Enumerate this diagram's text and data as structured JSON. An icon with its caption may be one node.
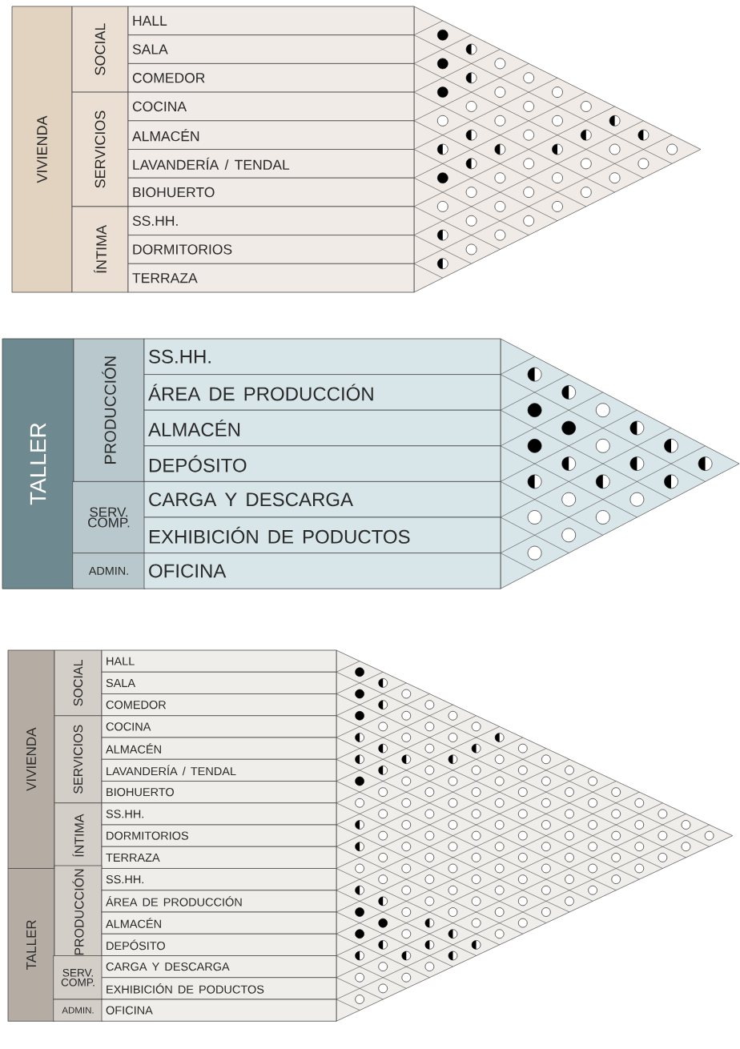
{
  "diagram": {
    "nodes": [
      {
        "text": [
          "VIVIENDA"
        ]
      },
      {
        "text": [
          "SOCIAL"
        ]
      },
      {
        "text": [
          "HALL"
        ]
      },
      {
        "text": [
          "SALA"
        ]
      },
      {
        "text": [
          "COMEDOR"
        ]
      },
      {
        "text": [
          "SERVICIOS"
        ]
      },
      {
        "text": [
          "COCINA"
        ]
      },
      {
        "text": [
          "ALMACÉN"
        ]
      },
      {
        "text": [
          "LAVANDERÍA / TENDAL"
        ]
      },
      {
        "text": [
          "BIOHUERTO"
        ]
      },
      {
        "text": [
          "ÍNTIMA"
        ]
      },
      {
        "text": [
          "SS.HH."
        ]
      },
      {
        "text": [
          "DORMITORIOS"
        ]
      },
      {
        "text": [
          "TERRAZA"
        ]
      },
      {
        "text": [
          "TALLER"
        ]
      },
      {
        "text": [
          "PRODUCCIÓN"
        ]
      },
      {
        "text": [
          "SS.HH."
        ]
      },
      {
        "text": [
          "ÁREA DE PRODUCCIÓN"
        ]
      },
      {
        "text": [
          "ALMACÉN"
        ]
      },
      {
        "text": [
          "DEPÓSITO"
        ]
      },
      {
        "text": [
          "SERV. COMP."
        ]
      },
      {
        "text": [
          "CARGA Y DESCARGA"
        ]
      },
      {
        "text": [
          "EXHIBICIÓN DE PODUCTOS"
        ]
      },
      {
        "text": [
          "ADMIN."
        ]
      },
      {
        "text": [
          "OFICINA"
        ]
      },
      {
        "text": [
          "VIVIENDA"
        ]
      },
      {
        "text": [
          "SOCIAL"
        ]
      },
      {
        "text": [
          "HALL"
        ]
      },
      {
        "text": [
          "SALA"
        ]
      },
      {
        "text": [
          "COMEDOR"
        ]
      },
      {
        "text": [
          "SERVICIOS"
        ]
      },
      {
        "text": [
          "COCINA"
        ]
      },
      {
        "text": [
          "ALMACÉN"
        ]
      },
      {
        "text": [
          "LAVANDERÍA / TENDAL"
        ]
      },
      {
        "text": [
          "BIOHUERTO"
        ]
      },
      {
        "text": [
          "ÍNTIMA"
        ]
      },
      {
        "text": [
          "SS.HH."
        ]
      },
      {
        "text": [
          "DORMITORIOS"
        ]
      },
      {
        "text": [
          "TERRAZA"
        ]
      },
      {
        "text": [
          "TALLER"
        ]
      },
      {
        "text": [
          "PRODUCCIÓN"
        ]
      },
      {
        "text": [
          "SS.HH."
        ]
      },
      {
        "text": [
          "ÁREA DE PRODUCCIÓN"
        ]
      },
      {
        "text": [
          "ALMACÉN"
        ]
      },
      {
        "text": [
          "DEPÓSITO"
        ]
      },
      {
        "text": [
          "SERV. COMP."
        ]
      },
      {
        "text": [
          "CARGA Y DESCARGA"
        ]
      },
      {
        "text": [
          "EXHIBICIÓN DE PODUCTOS"
        ]
      },
      {
        "text": [
          "ADMIN."
        ]
      },
      {
        "text": [
          "OFICINA"
        ]
      }
    ]
  }
}
